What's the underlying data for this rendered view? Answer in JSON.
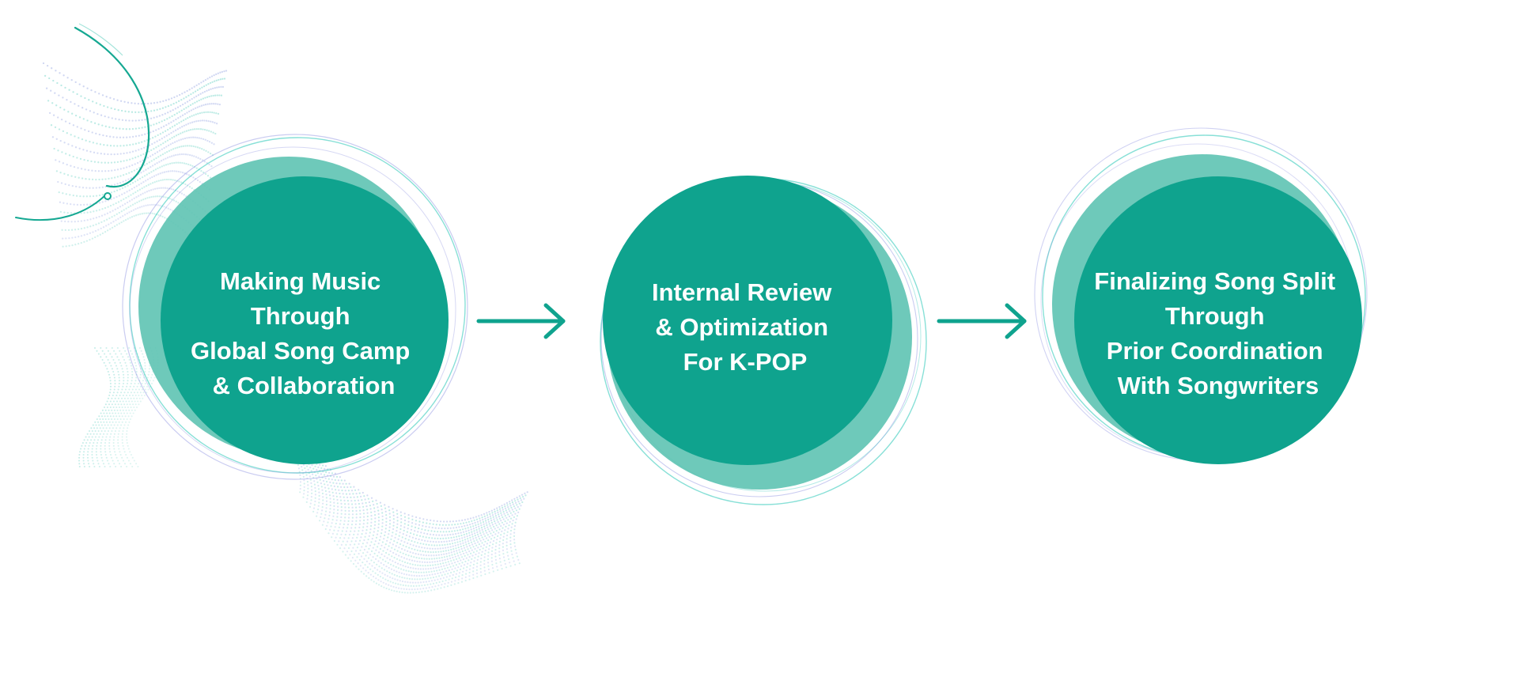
{
  "colors": {
    "primary": "#0fa38e",
    "primary_light": "#5ec3b3",
    "ring_teal": "#27c6b6",
    "ring_violet": "#8a8fe0",
    "background": "#ffffff"
  },
  "steps": [
    {
      "lines": [
        "Making Music",
        "Through",
        "Global Song Camp",
        "& Collaboration"
      ]
    },
    {
      "lines": [
        "Internal Review",
        "& Optimization",
        "For K-POP"
      ]
    },
    {
      "lines": [
        "Finalizing Song Split",
        "Through",
        "Prior Coordination",
        "With Songwriters"
      ]
    }
  ],
  "connectors": [
    {
      "icon": "arrow-right-icon"
    },
    {
      "icon": "arrow-right-icon"
    }
  ],
  "decorations": {
    "background_wave": "dotted-wave-pattern",
    "corner_arc": "arc-icon"
  }
}
